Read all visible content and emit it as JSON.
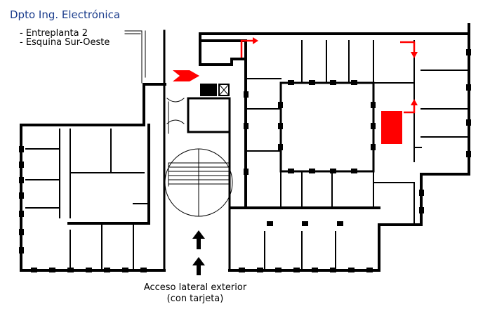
{
  "map": {
    "title": "Dpto Ing. Electrónica",
    "details": [
      "- Entreplanta 2",
      "- Esquina Sur-Oeste"
    ],
    "access_label": [
      "Acceso lateral exterior",
      "(con tarjeta)"
    ],
    "colors": {
      "wall": "#000000",
      "highlight": "#ff0000",
      "title": "#1a3c8c",
      "background": "#ffffff"
    },
    "icons": [
      "entrance-arrow-icon",
      "route-arrow-icon",
      "walk-up-arrow-icon"
    ]
  }
}
